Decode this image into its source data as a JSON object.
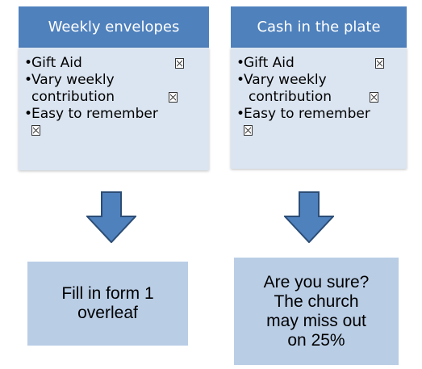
{
  "cards": [
    {
      "title": "Weekly envelopes",
      "items": [
        "Gift Aid",
        "Vary weekly",
        "contribution",
        "Easy to remember"
      ]
    },
    {
      "title": "Cash in the plate",
      "items": [
        "Gift Aid",
        "Vary weekly",
        "contribution",
        "Easy to remember"
      ]
    }
  ],
  "mark_icon": "crossed-box-icon",
  "arrow_icon": "down-arrow-icon",
  "results": [
    {
      "text": "Fill in form 1\noverleaf"
    },
    {
      "text": "Are you sure?\nThe church\nmay miss out\non 25%"
    }
  ],
  "colors": {
    "header": "#4f81bd",
    "card_body": "#dbe5f1",
    "result_box": "#b9cde5",
    "arrow_fill": "#4f81bd",
    "arrow_stroke": "#2c4d75"
  }
}
